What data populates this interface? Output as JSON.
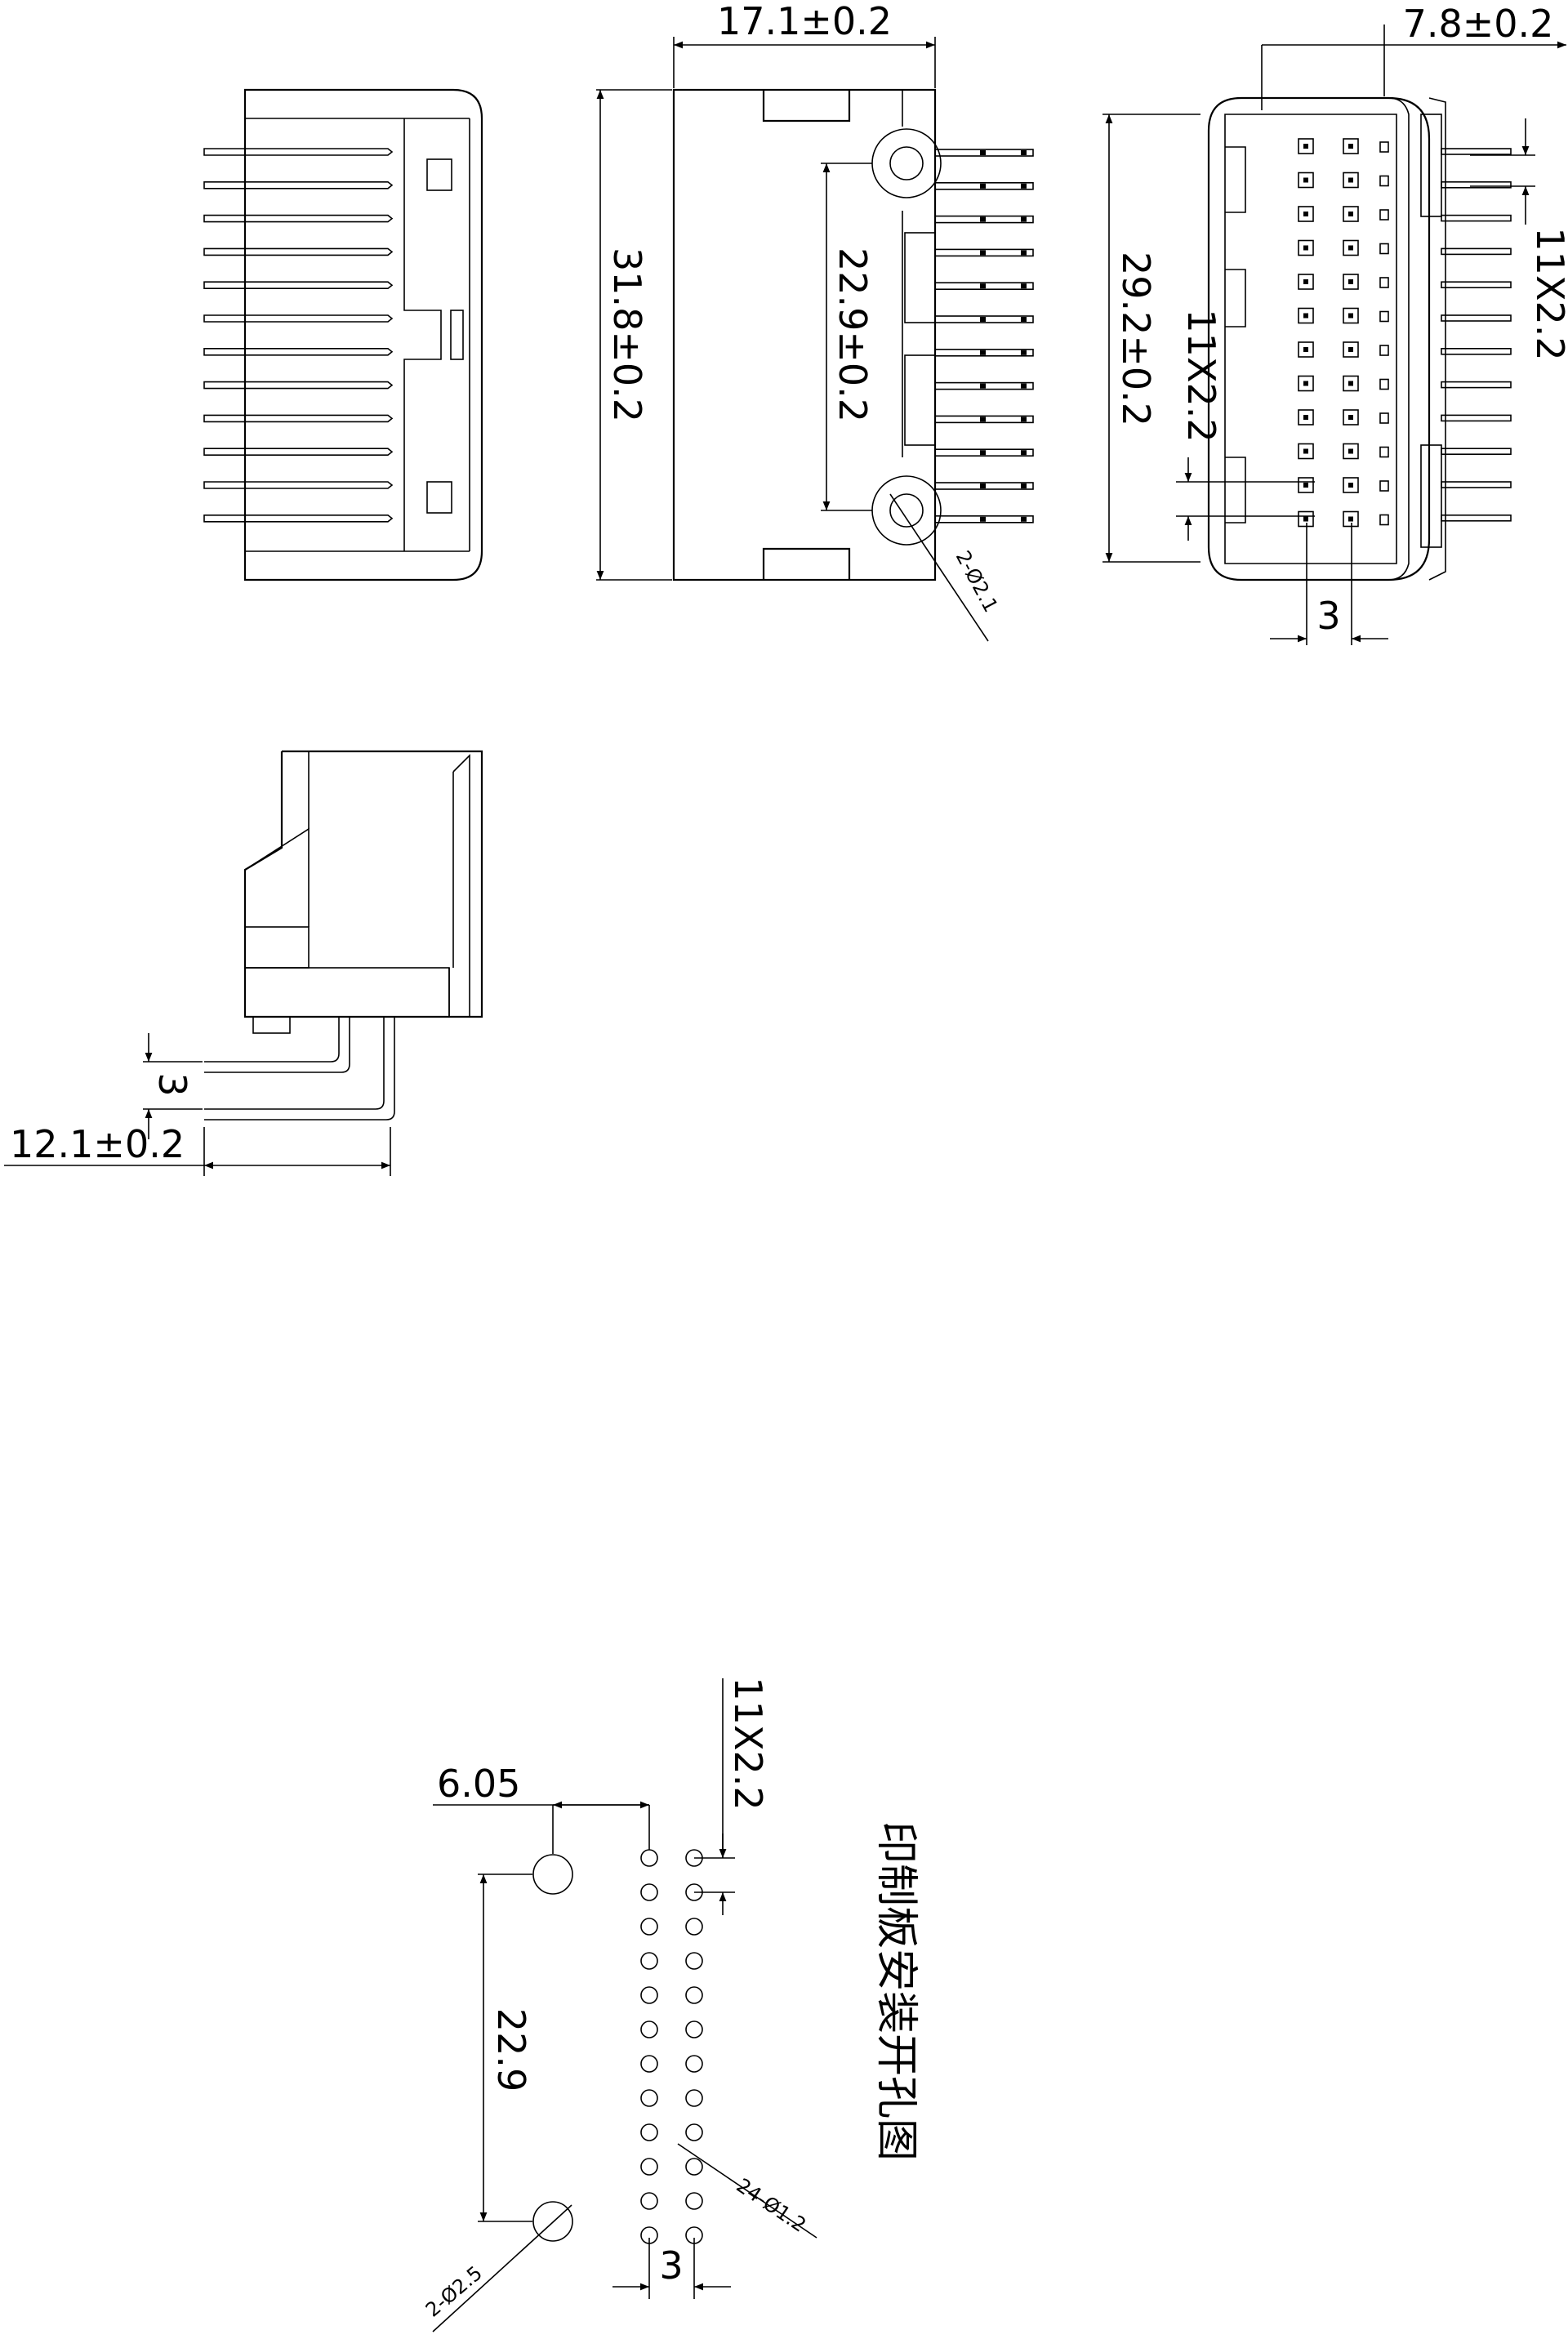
{
  "drawing": {
    "top_view_width": "17.1±0.2",
    "front_height": "31.8±0.2",
    "mount_spacing": "22.9±0.2",
    "mount_holes": "2-Ø2.1",
    "side_depth": "7.8±0.2",
    "pin_row_height": "29.2±0.2",
    "pitch_right": "11X2.2",
    "pitch_inner": "11X2.2",
    "row_spacing": "3",
    "side_offset": "3",
    "side_length": "12.1±0.2",
    "pcb": {
      "title": "印制板安装开孔图",
      "offset": "6.05",
      "pitch": "11X2.2",
      "hole_spacing": "22.9",
      "pin_holes": "24-Ø1.2",
      "mount_holes": "2-Ø2.5",
      "row_spacing": "3"
    }
  }
}
